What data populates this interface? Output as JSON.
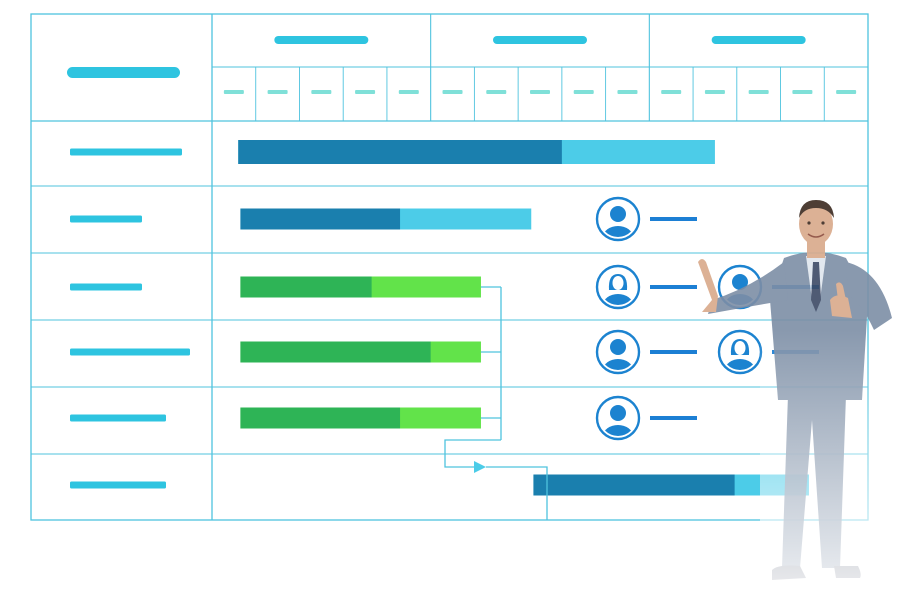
{
  "colors": {
    "grid_line": "#4fc3de",
    "placeholder_bar": "#2ec4e0",
    "tick_dash": "#7fe0d8",
    "task_dark_blue": "#1a7fae",
    "task_light_blue": "#4ccce8",
    "task_dark_green": "#2eb456",
    "task_light_green": "#62e34a",
    "dependency_line": "#4fc3de",
    "avatar_blue": "#1c83d0",
    "assignee_line": "#1c7fd4",
    "suit": "#7d8ea6",
    "shirt": "#dfe6ee",
    "skin": "#d9a98a",
    "hair": "#3b2a20"
  },
  "icons": {
    "avatar_male": "user-male-icon",
    "avatar_female": "user-female-icon",
    "arrow": "arrow-right-icon"
  },
  "timeline": {
    "periods": 3,
    "subdivisions_per_period": 5,
    "total_units": 15
  },
  "tasks": [
    {
      "row": 0,
      "start": 0.6,
      "progress_end": 8.0,
      "end": 11.5,
      "palette": "blue"
    },
    {
      "row": 1,
      "start": 0.65,
      "progress_end": 4.3,
      "end": 7.3,
      "palette": "blue"
    },
    {
      "row": 2,
      "start": 0.65,
      "progress_end": 3.65,
      "end": 6.15,
      "palette": "green"
    },
    {
      "row": 3,
      "start": 0.65,
      "progress_end": 5.0,
      "end": 6.15,
      "palette": "green"
    },
    {
      "row": 4,
      "start": 0.65,
      "progress_end": 4.3,
      "end": 6.15,
      "palette": "green"
    },
    {
      "row": 5,
      "start": 7.35,
      "progress_end": 11.95,
      "end": 13.65,
      "palette": "blue"
    }
  ],
  "assignees": [
    {
      "row": 1,
      "slots": [
        "male"
      ]
    },
    {
      "row": 2,
      "slots": [
        "female",
        "male"
      ]
    },
    {
      "row": 3,
      "slots": [
        "male",
        "female"
      ]
    },
    {
      "row": 4,
      "slots": [
        "male"
      ]
    }
  ],
  "dependencies": [
    {
      "from_rows": [
        2,
        3,
        4
      ],
      "to_row": 5
    }
  ]
}
